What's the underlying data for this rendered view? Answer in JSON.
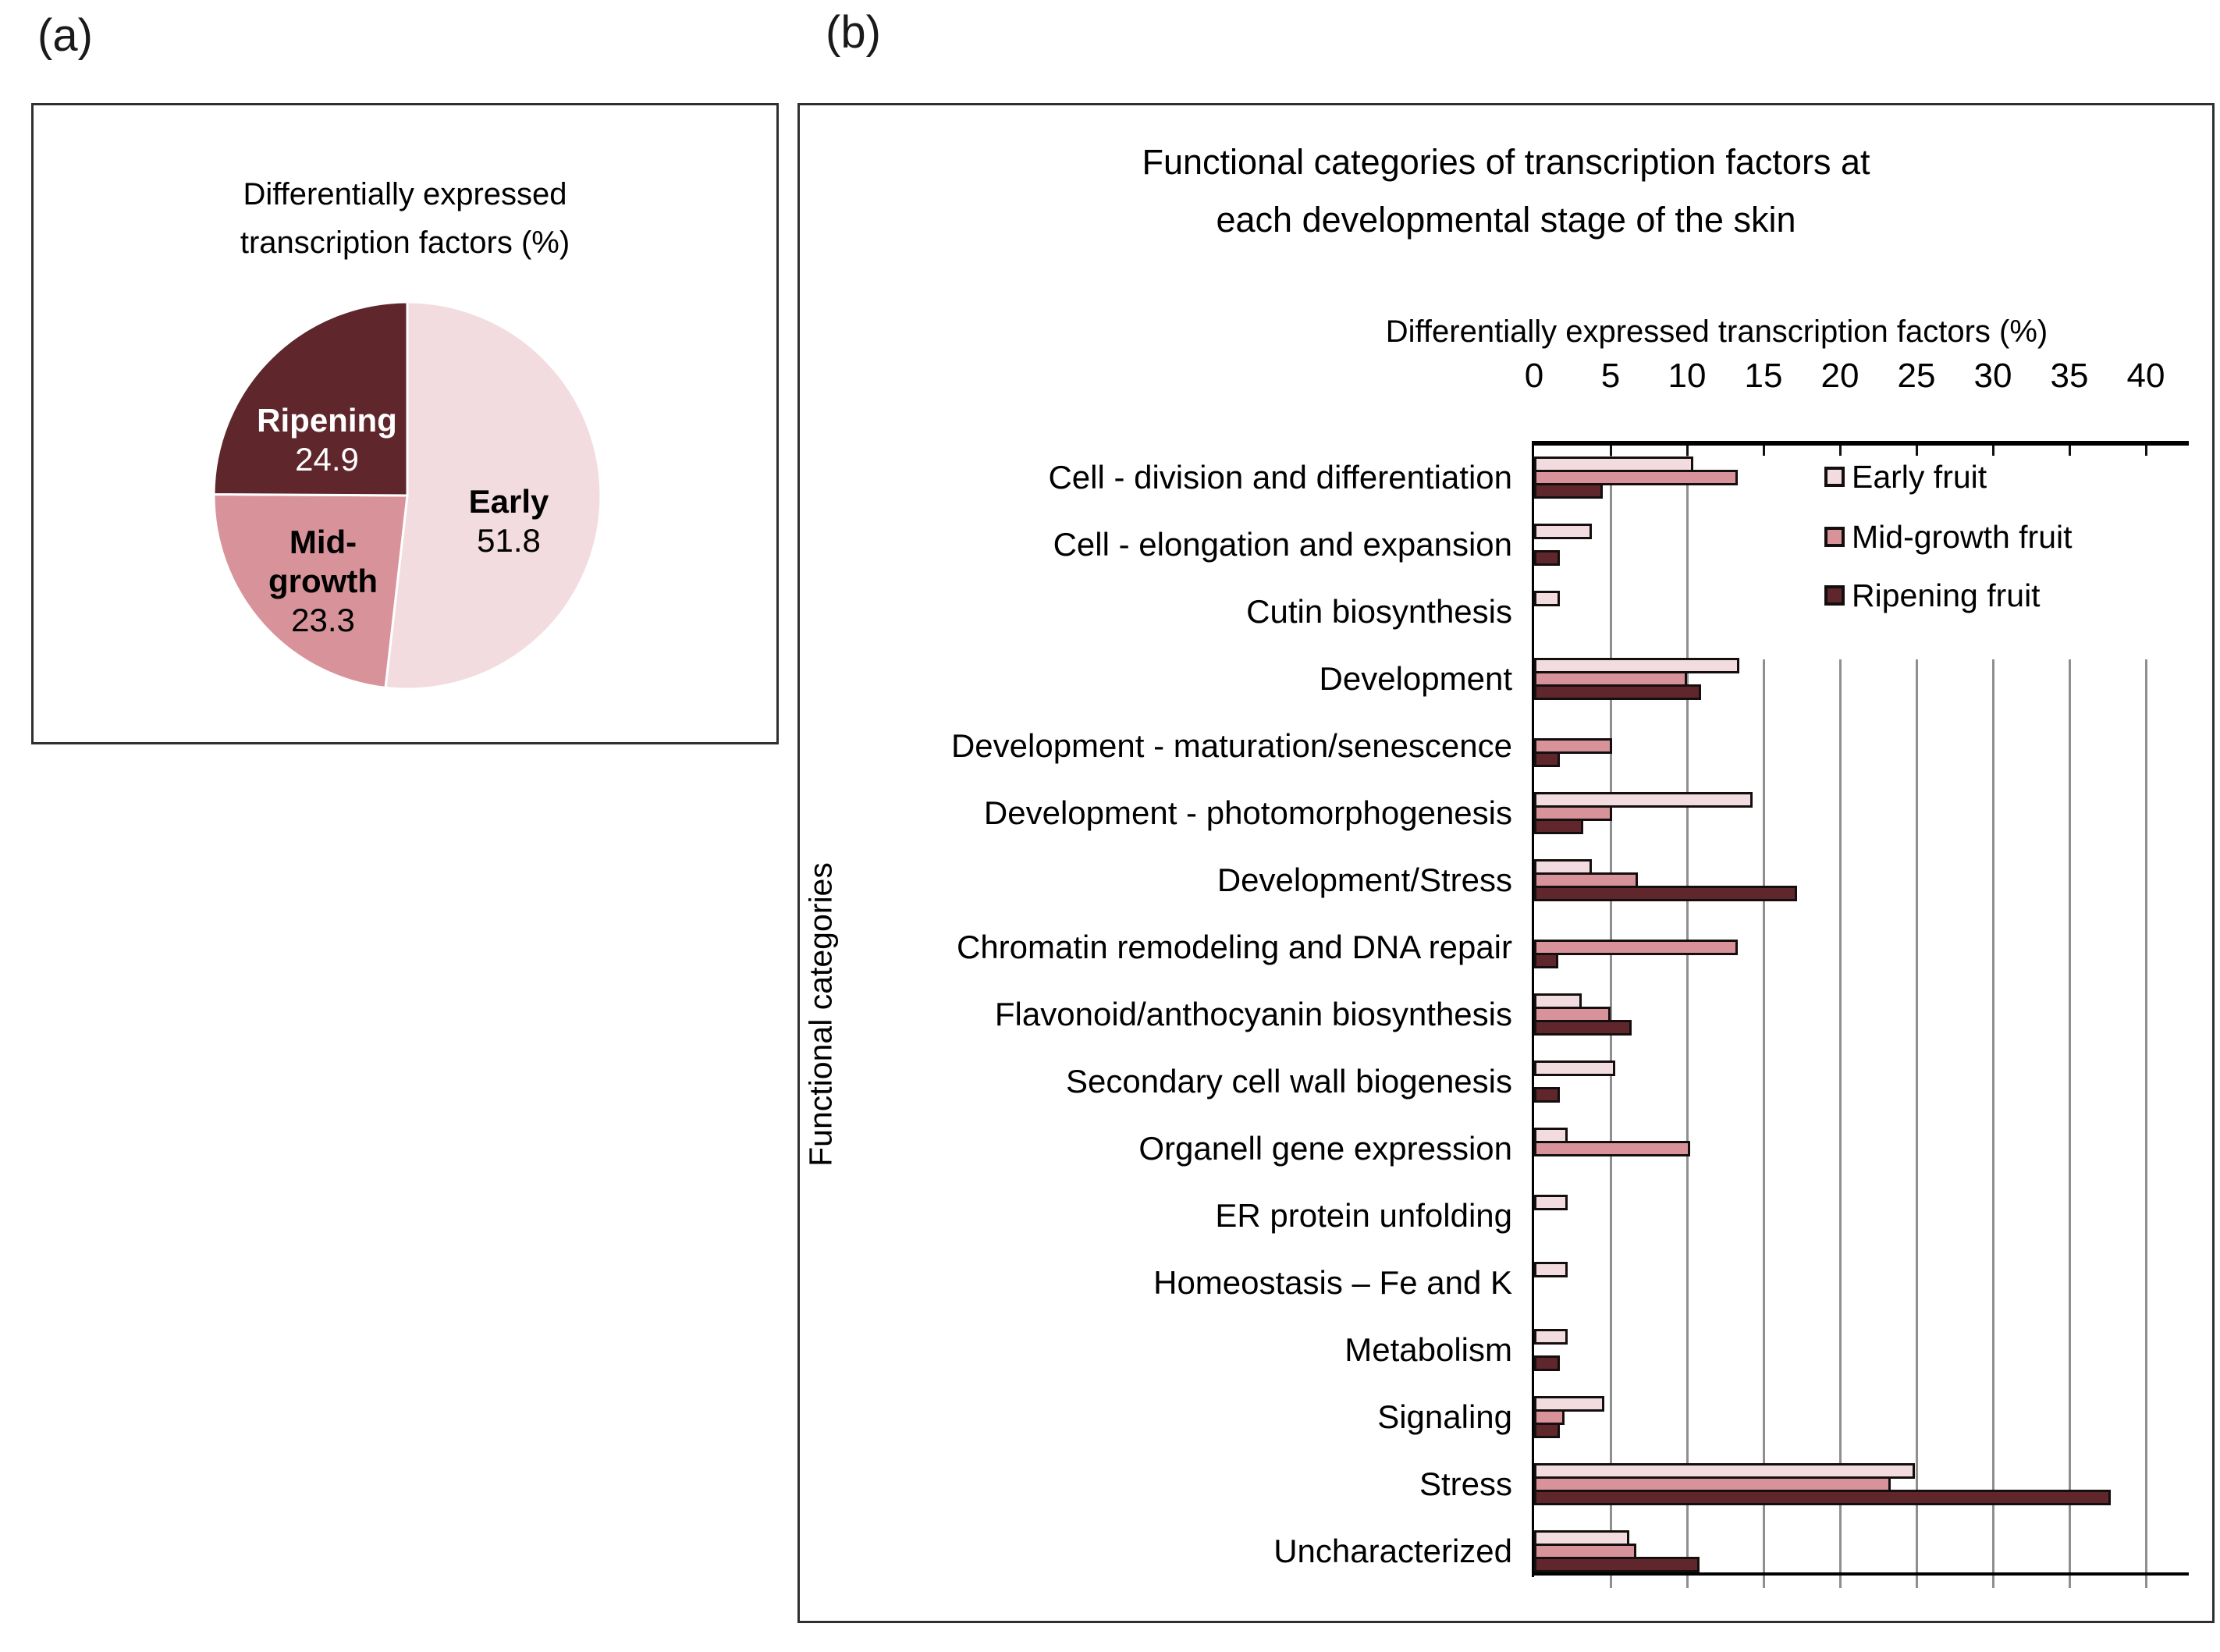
{
  "figure": {
    "panel_a": {
      "tag": "(a)",
      "title_lines": [
        "Differentially expressed",
        "transcription factors (%)"
      ]
    },
    "panel_b": {
      "tag": "(b)",
      "title_lines": [
        "Functional categories of transcription factors at",
        "each developmental stage of the skin"
      ],
      "x_axis_title": "Differentially expressed transcription factors (%)",
      "y_axis_title": "Functional categories"
    }
  },
  "colors": {
    "early": "#F2DCE0",
    "mid_growth": "#D8939A",
    "ripening": "#5F272C",
    "bar_border": "#140E0E",
    "gridline": "#8F8F8F",
    "axis": "#000000",
    "text": "#000000",
    "pie_slice_separator": "#FFFFFF"
  },
  "chart_data": [
    {
      "type": "pie",
      "title": "Differentially expressed transcription factors (%)",
      "order": "clockwise-from-top",
      "slices": [
        {
          "label": "Early",
          "value": 51.8,
          "color": "#F2DCE0",
          "label_color": "#000000"
        },
        {
          "label": "Mid-growth",
          "value": 23.3,
          "color": "#D8939A",
          "label_color": "#000000"
        },
        {
          "label": "Ripening",
          "value": 24.9,
          "color": "#5F272C",
          "label_color": "#FFFFFF"
        }
      ]
    },
    {
      "type": "bar",
      "orientation": "horizontal",
      "title": "Functional categories of transcription factors at each developmental stage of the skin",
      "xlabel": "Differentially expressed transcription factors (%)",
      "ylabel": "Functional categories",
      "xlim": [
        0,
        40
      ],
      "xticks": [
        0,
        5,
        10,
        15,
        20,
        25,
        30,
        35,
        40
      ],
      "grid": true,
      "legend_position": "top-right-inside",
      "categories": [
        "Cell - division and differentiation",
        "Cell - elongation and expansion",
        "Cutin biosynthesis",
        "Development",
        "Development - maturation/senescence",
        "Development - photomorphogenesis",
        "Development/Stress",
        "Chromatin remodeling and DNA repair",
        "Flavonoid/anthocyanin biosynthesis",
        "Secondary cell wall biogenesis",
        "Organell gene expression",
        "ER protein unfolding",
        "Homeostasis – Fe and K",
        "Metabolism",
        "Signaling",
        "Stress",
        "Uncharacterized"
      ],
      "series": [
        {
          "name": "Early fruit",
          "color": "#F2DCE0",
          "values": [
            10.4,
            3.8,
            1.7,
            13.4,
            0,
            14.3,
            3.8,
            0,
            3.1,
            5.3,
            2.2,
            2.2,
            2.2,
            2.2,
            4.6,
            24.9,
            6.2
          ]
        },
        {
          "name": "Mid-growth fruit",
          "color": "#D8939A",
          "values": [
            13.3,
            0,
            0,
            10.0,
            5.1,
            5.1,
            6.8,
            13.3,
            5.0,
            0,
            10.2,
            0,
            0,
            0,
            2.0,
            23.3,
            6.7
          ]
        },
        {
          "name": "Ripening fruit",
          "color": "#5F272C",
          "values": [
            4.5,
            1.7,
            0,
            10.9,
            1.7,
            3.2,
            17.2,
            1.6,
            6.4,
            1.7,
            0,
            0,
            0,
            1.7,
            1.7,
            37.7,
            10.8
          ]
        }
      ]
    }
  ]
}
